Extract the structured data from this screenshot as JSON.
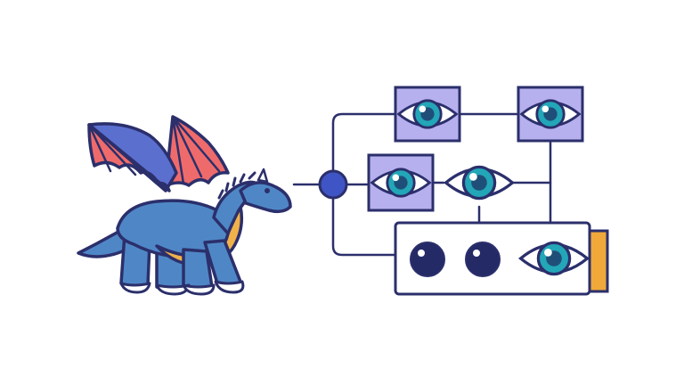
{
  "illustration": {
    "subject": "dragon-icon",
    "network": {
      "hub": "hub-node-icon",
      "eye_boxes": [
        "eye-box-top-left",
        "eye-box-top-right",
        "eye-box-middle"
      ],
      "panel": [
        "dot-icon",
        "dot-icon",
        "eye-icon"
      ]
    },
    "colors": {
      "outline": "#2b2f6b",
      "dragon_body": "#4f87c6",
      "dragon_belly": "#f0b14a",
      "wing_membrane": "#ef6b6b",
      "eye_box_fill": "#b7b0ee",
      "iris": "#23a6b8",
      "hub": "#3f55c5",
      "panel_tab": "#f0a83a",
      "background": "#ffffff"
    }
  }
}
